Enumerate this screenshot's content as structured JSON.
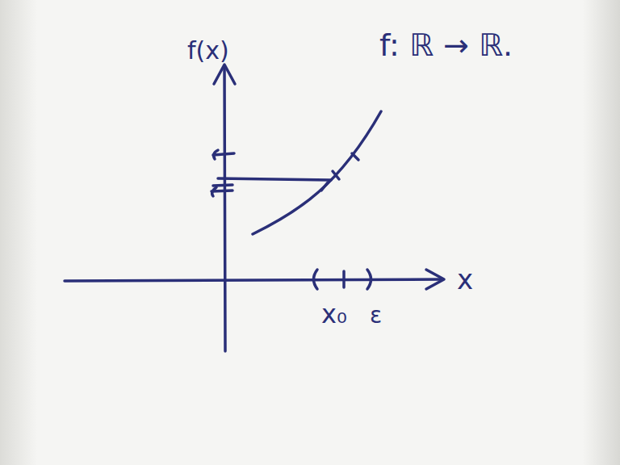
{
  "diagram": {
    "labels": [
      "f(x)",
      "f: ℝ → ℝ.",
      "x",
      "x₀",
      "ε"
    ]
  }
}
